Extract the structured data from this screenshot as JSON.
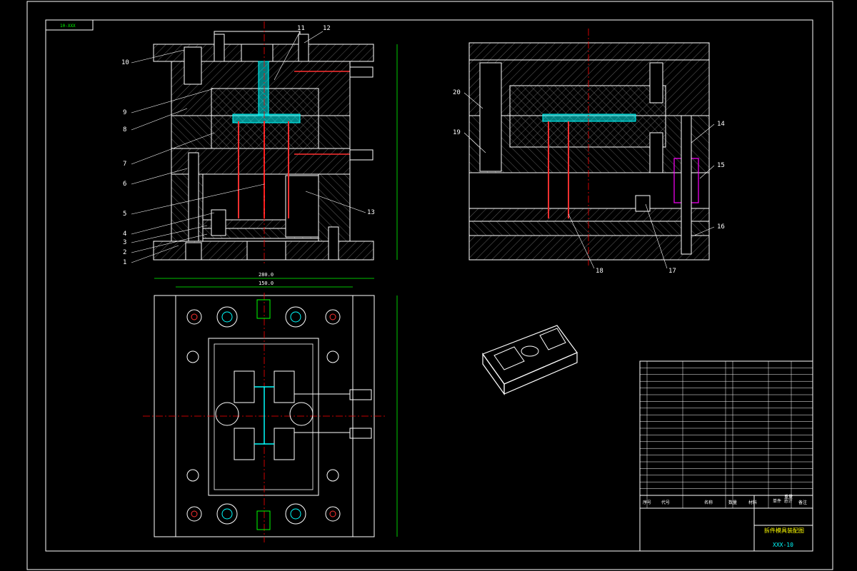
{
  "drawing": {
    "corner_tag": "10-XXX",
    "front_dims": {
      "width_outer": "280.0",
      "width_inner": "150.0"
    },
    "plan_dims": {
      "side_height": ""
    },
    "title_block": {
      "headers": [
        "序号",
        "代号",
        "名称",
        "数量",
        "材料",
        "单件 总计",
        "重量",
        "备注"
      ],
      "title": "拆件模具装配图",
      "drawing_no": "XXX-10"
    },
    "callouts_front": [
      "1",
      "2",
      "3",
      "4",
      "5",
      "6",
      "7",
      "8",
      "9",
      "10",
      "11",
      "12",
      "13"
    ],
    "callouts_side": [
      "14",
      "15",
      "16",
      "17",
      "18",
      "19",
      "20"
    ]
  },
  "colors": {
    "background": "#000000",
    "outline": "#ffffff",
    "center_line": "#ff0000",
    "accent_cyan": "#00ffff",
    "accent_green": "#00ff00",
    "pin_red": "#ff3030",
    "yellow": "#ffff00",
    "magenta": "#ff00ff"
  }
}
